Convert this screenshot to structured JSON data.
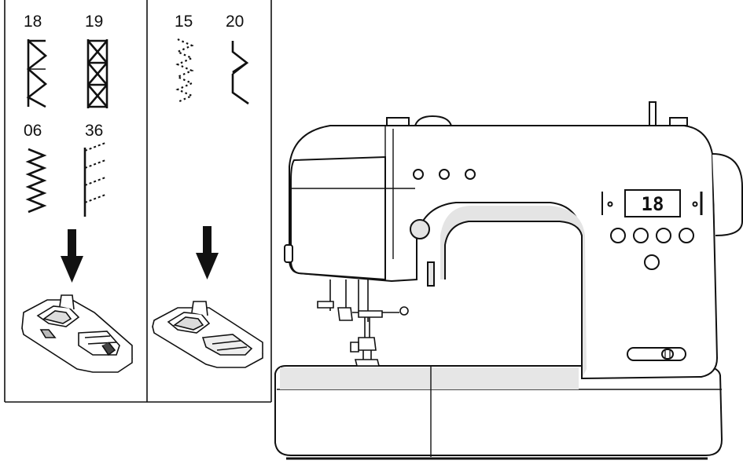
{
  "stitch_panels": [
    {
      "stitches": [
        {
          "number": "18",
          "pattern": "triangle-stitch"
        },
        {
          "number": "19",
          "pattern": "cross-stitch"
        },
        {
          "number": "06",
          "pattern": "zigzag-stitch"
        },
        {
          "number": "36",
          "pattern": "blanket-stitch"
        }
      ],
      "foot": "satin-foot"
    },
    {
      "stitches": [
        {
          "number": "15",
          "pattern": "multi-zigzag-stitch"
        },
        {
          "number": "20",
          "pattern": "blind-hem-stitch"
        }
      ],
      "foot": "standard-foot"
    }
  ],
  "machine": {
    "display_value": "18"
  },
  "colors": {
    "line": "#111111",
    "shade": "#e4e4e4"
  }
}
